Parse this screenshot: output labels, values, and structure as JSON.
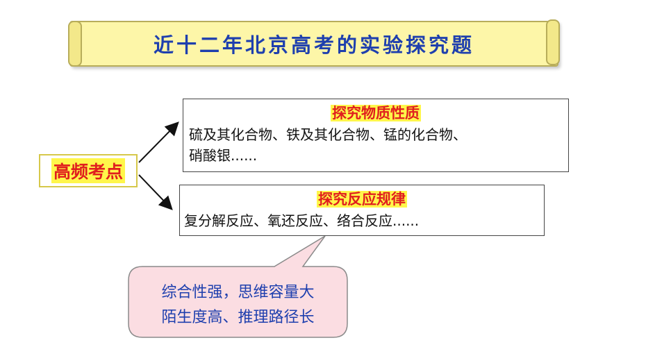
{
  "title": "近十二年北京高考的实验探究题",
  "key_point": "高频考点",
  "box1": {
    "heading": "探究物质性质",
    "line1": "硫及其化合物、铁及其化合物、锰的化合物、",
    "line2": "硝酸银......"
  },
  "box2": {
    "heading": "探究反应规律",
    "line1": "复分解反应、氧还反应、络合反应......"
  },
  "callout": {
    "line1": "综合性强，思维容量大",
    "line2": "陌生度高、推理路径长"
  }
}
